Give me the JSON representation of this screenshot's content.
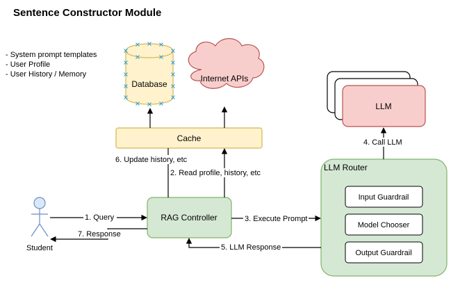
{
  "title": "Sentence Constructor Module",
  "notes": [
    "- System prompt templates",
    "- User Profile",
    "- User History / Memory"
  ],
  "nodes": {
    "database": "Database",
    "internet_apis": "Internet APIs",
    "cache": "Cache",
    "rag_controller": "RAG Controller",
    "student": "Student",
    "llm": "LLM",
    "llm_router": "LLM Router",
    "input_guardrail": "Input Guardrail",
    "model_chooser": "Model Chooser",
    "output_guardrail": "Output Guardrail"
  },
  "edges": {
    "query": "1. Query",
    "read_profile": "2. Read profile, history, etc",
    "execute_prompt": "3. Execute Prompt",
    "call_llm": "4. Call LLM",
    "llm_response": "5. LLM Response",
    "update_history": "6. Update history, etc",
    "response": "7. Response"
  },
  "colors": {
    "yellow_fill": "#fff2cc",
    "yellow_stroke": "#d6b656",
    "red_fill": "#f8cecc",
    "red_stroke": "#b85450",
    "green_fill": "#d5e8d4",
    "green_stroke": "#82b366",
    "blue_fill": "#dae8fc",
    "blue_stroke": "#6c8ebf",
    "marker": "#29a0d8"
  }
}
